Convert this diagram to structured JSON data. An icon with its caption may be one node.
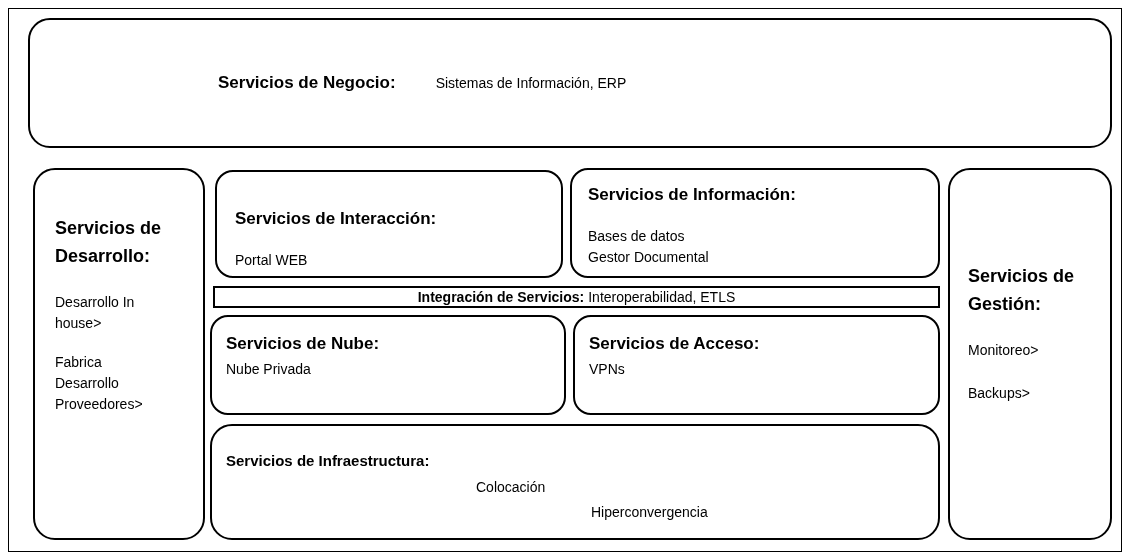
{
  "diagram": {
    "nodes": [
      {
        "text": [
          "Servicios de Negocio:",
          "Sistemas de Información, ERP"
        ]
      },
      {
        "text": [
          "Servicios de Desarrollo:",
          "Desarrollo In house>",
          "Fabrica Desarrollo Proveedores>"
        ]
      },
      {
        "text": [
          "Servicios de Interacción:",
          "Portal WEB"
        ]
      },
      {
        "text": [
          "Servicios de Información:",
          "Bases de datos",
          "Gestor Documental"
        ]
      },
      {
        "text": [
          "Integración de Servicios:",
          "Interoperabilidad, ETLS"
        ]
      },
      {
        "text": [
          "Servicios de Nube:",
          "Nube Privada"
        ]
      },
      {
        "text": [
          "Servicios de Acceso:",
          "VPNs"
        ]
      },
      {
        "text": [
          "Servicios de Infraestructura:",
          "Colocación",
          "Hiperconvergencia"
        ]
      },
      {
        "text": [
          "Servicios de Gestión:",
          "Monitoreo>",
          "Backups>"
        ]
      }
    ]
  }
}
